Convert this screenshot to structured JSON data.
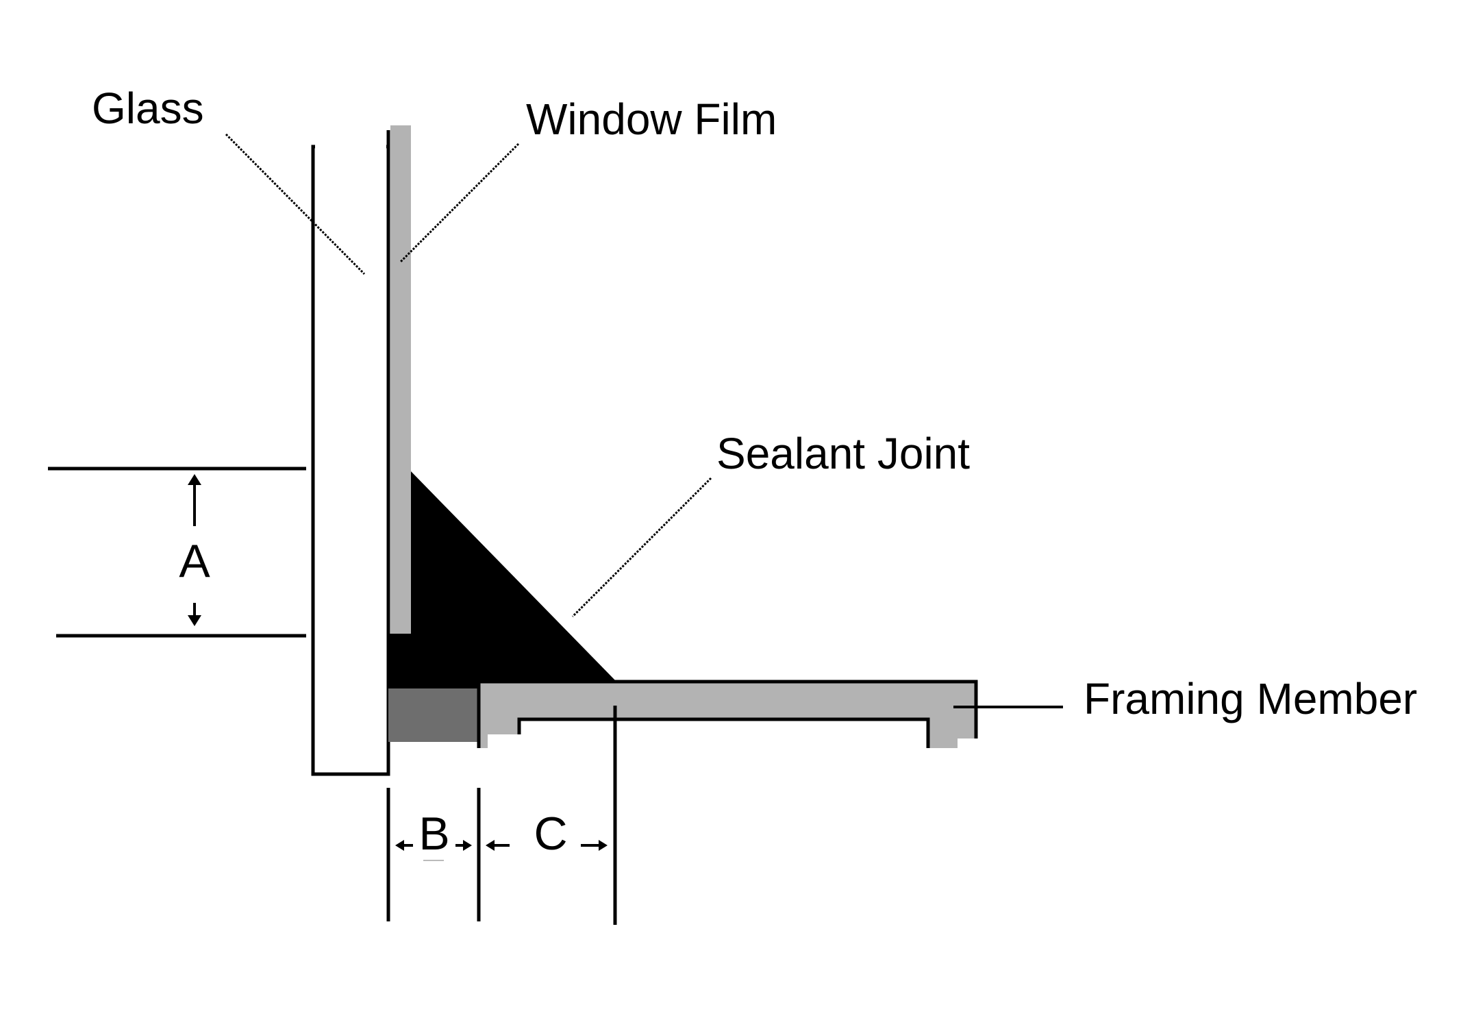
{
  "labels": {
    "glass": "Glass",
    "window_film": "Window Film",
    "sealant_joint": "Sealant Joint",
    "framing_member": "Framing Member"
  },
  "dimensions": {
    "a": "A",
    "b": "B",
    "c": "C"
  },
  "colors": {
    "line": "#000000",
    "window_film": "#b3b3b3",
    "framing_member": "#b3b3b3",
    "backer": "#6e6e6e",
    "sealant": "#000000",
    "glass": "#ffffff"
  }
}
